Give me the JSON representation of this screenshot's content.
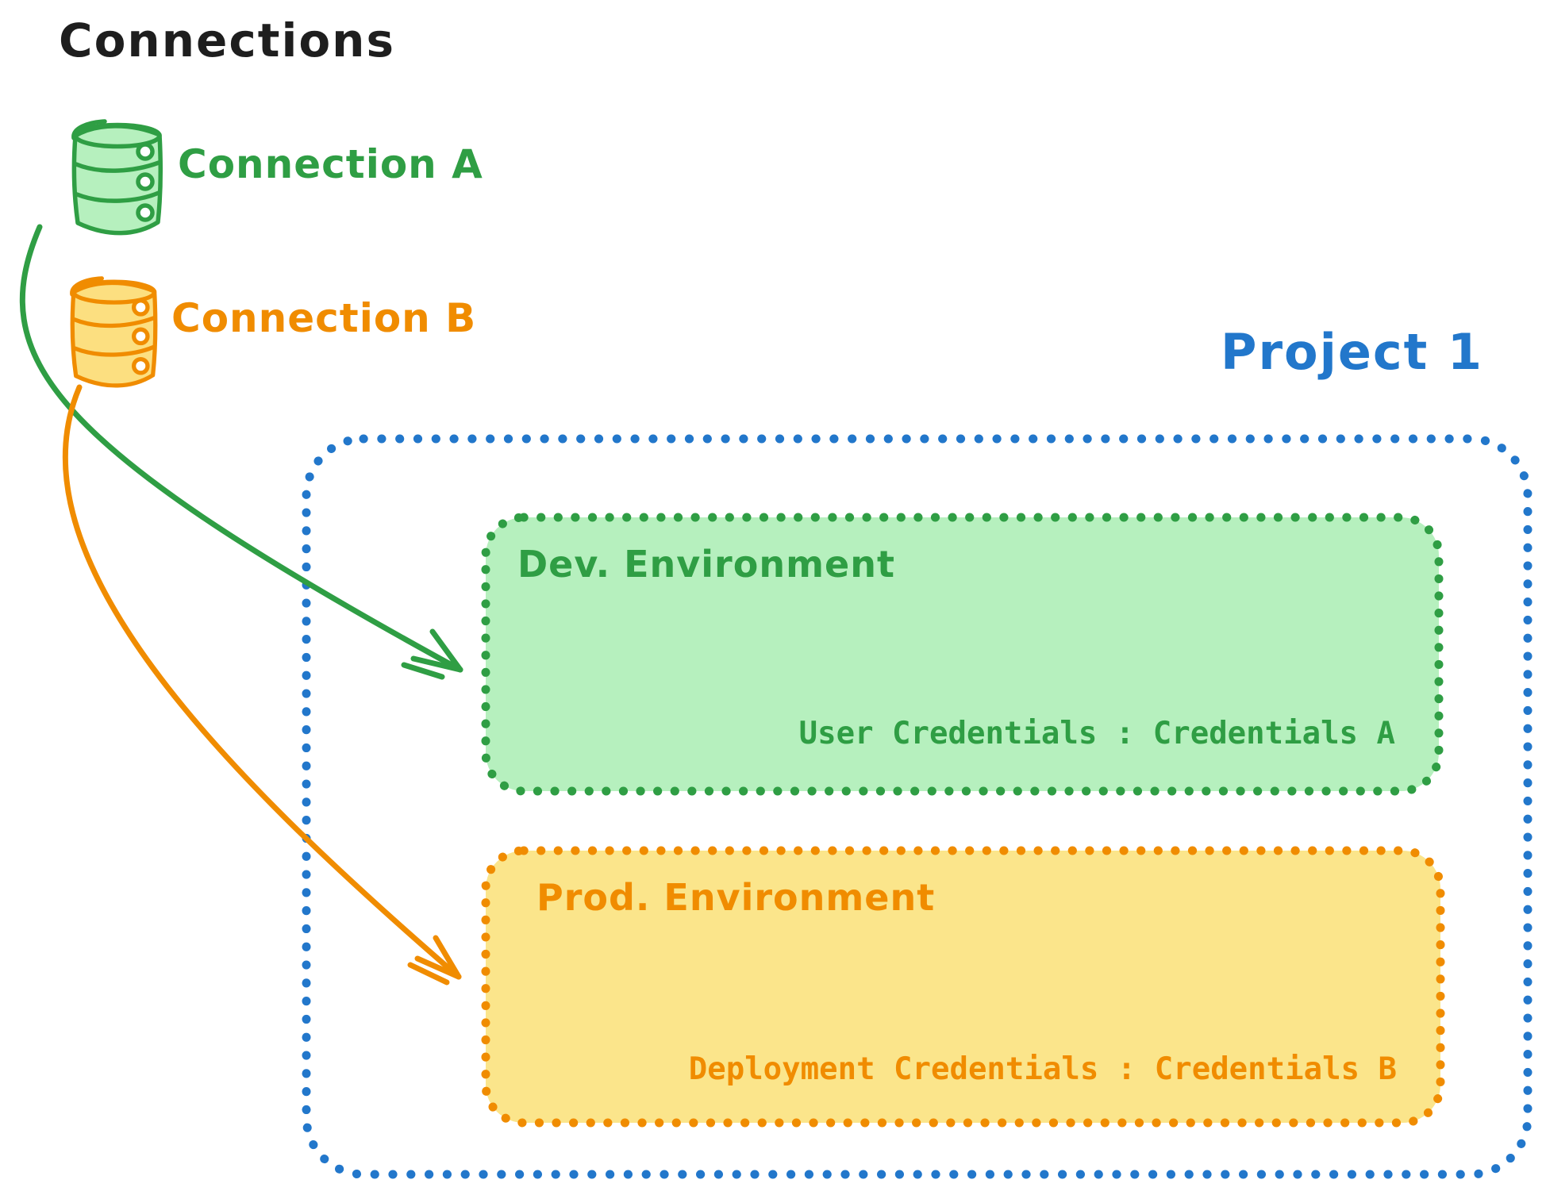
{
  "colors": {
    "ink": "#1e1e1e",
    "green": "#2f9e44",
    "green_fill": "#b6f0be",
    "orange": "#f08c00",
    "orange_fill": "#fbe58b",
    "orange_db_fill": "#fcdf80",
    "blue": "#2277cb"
  },
  "connections_panel": {
    "title": "Connections",
    "items": [
      {
        "id": "connection-a",
        "label": "Connection A",
        "icon": "database-icon",
        "color": "#2f9e44"
      },
      {
        "id": "connection-b",
        "label": "Connection B",
        "icon": "database-icon",
        "color": "#f08c00"
      }
    ]
  },
  "project": {
    "title": "Project 1",
    "environments": [
      {
        "id": "dev",
        "name": "Dev. Environment",
        "credentials_label": "User Credentials : Credentials A"
      },
      {
        "id": "prod",
        "name": "Prod. Environment",
        "credentials_label": "Deployment Credentials : Credentials B"
      }
    ]
  },
  "arrows": [
    {
      "from": "Connection A",
      "to": "Dev. Environment",
      "color": "#2f9e44"
    },
    {
      "from": "Connection B",
      "to": "Prod. Environment",
      "color": "#f08c00"
    }
  ]
}
